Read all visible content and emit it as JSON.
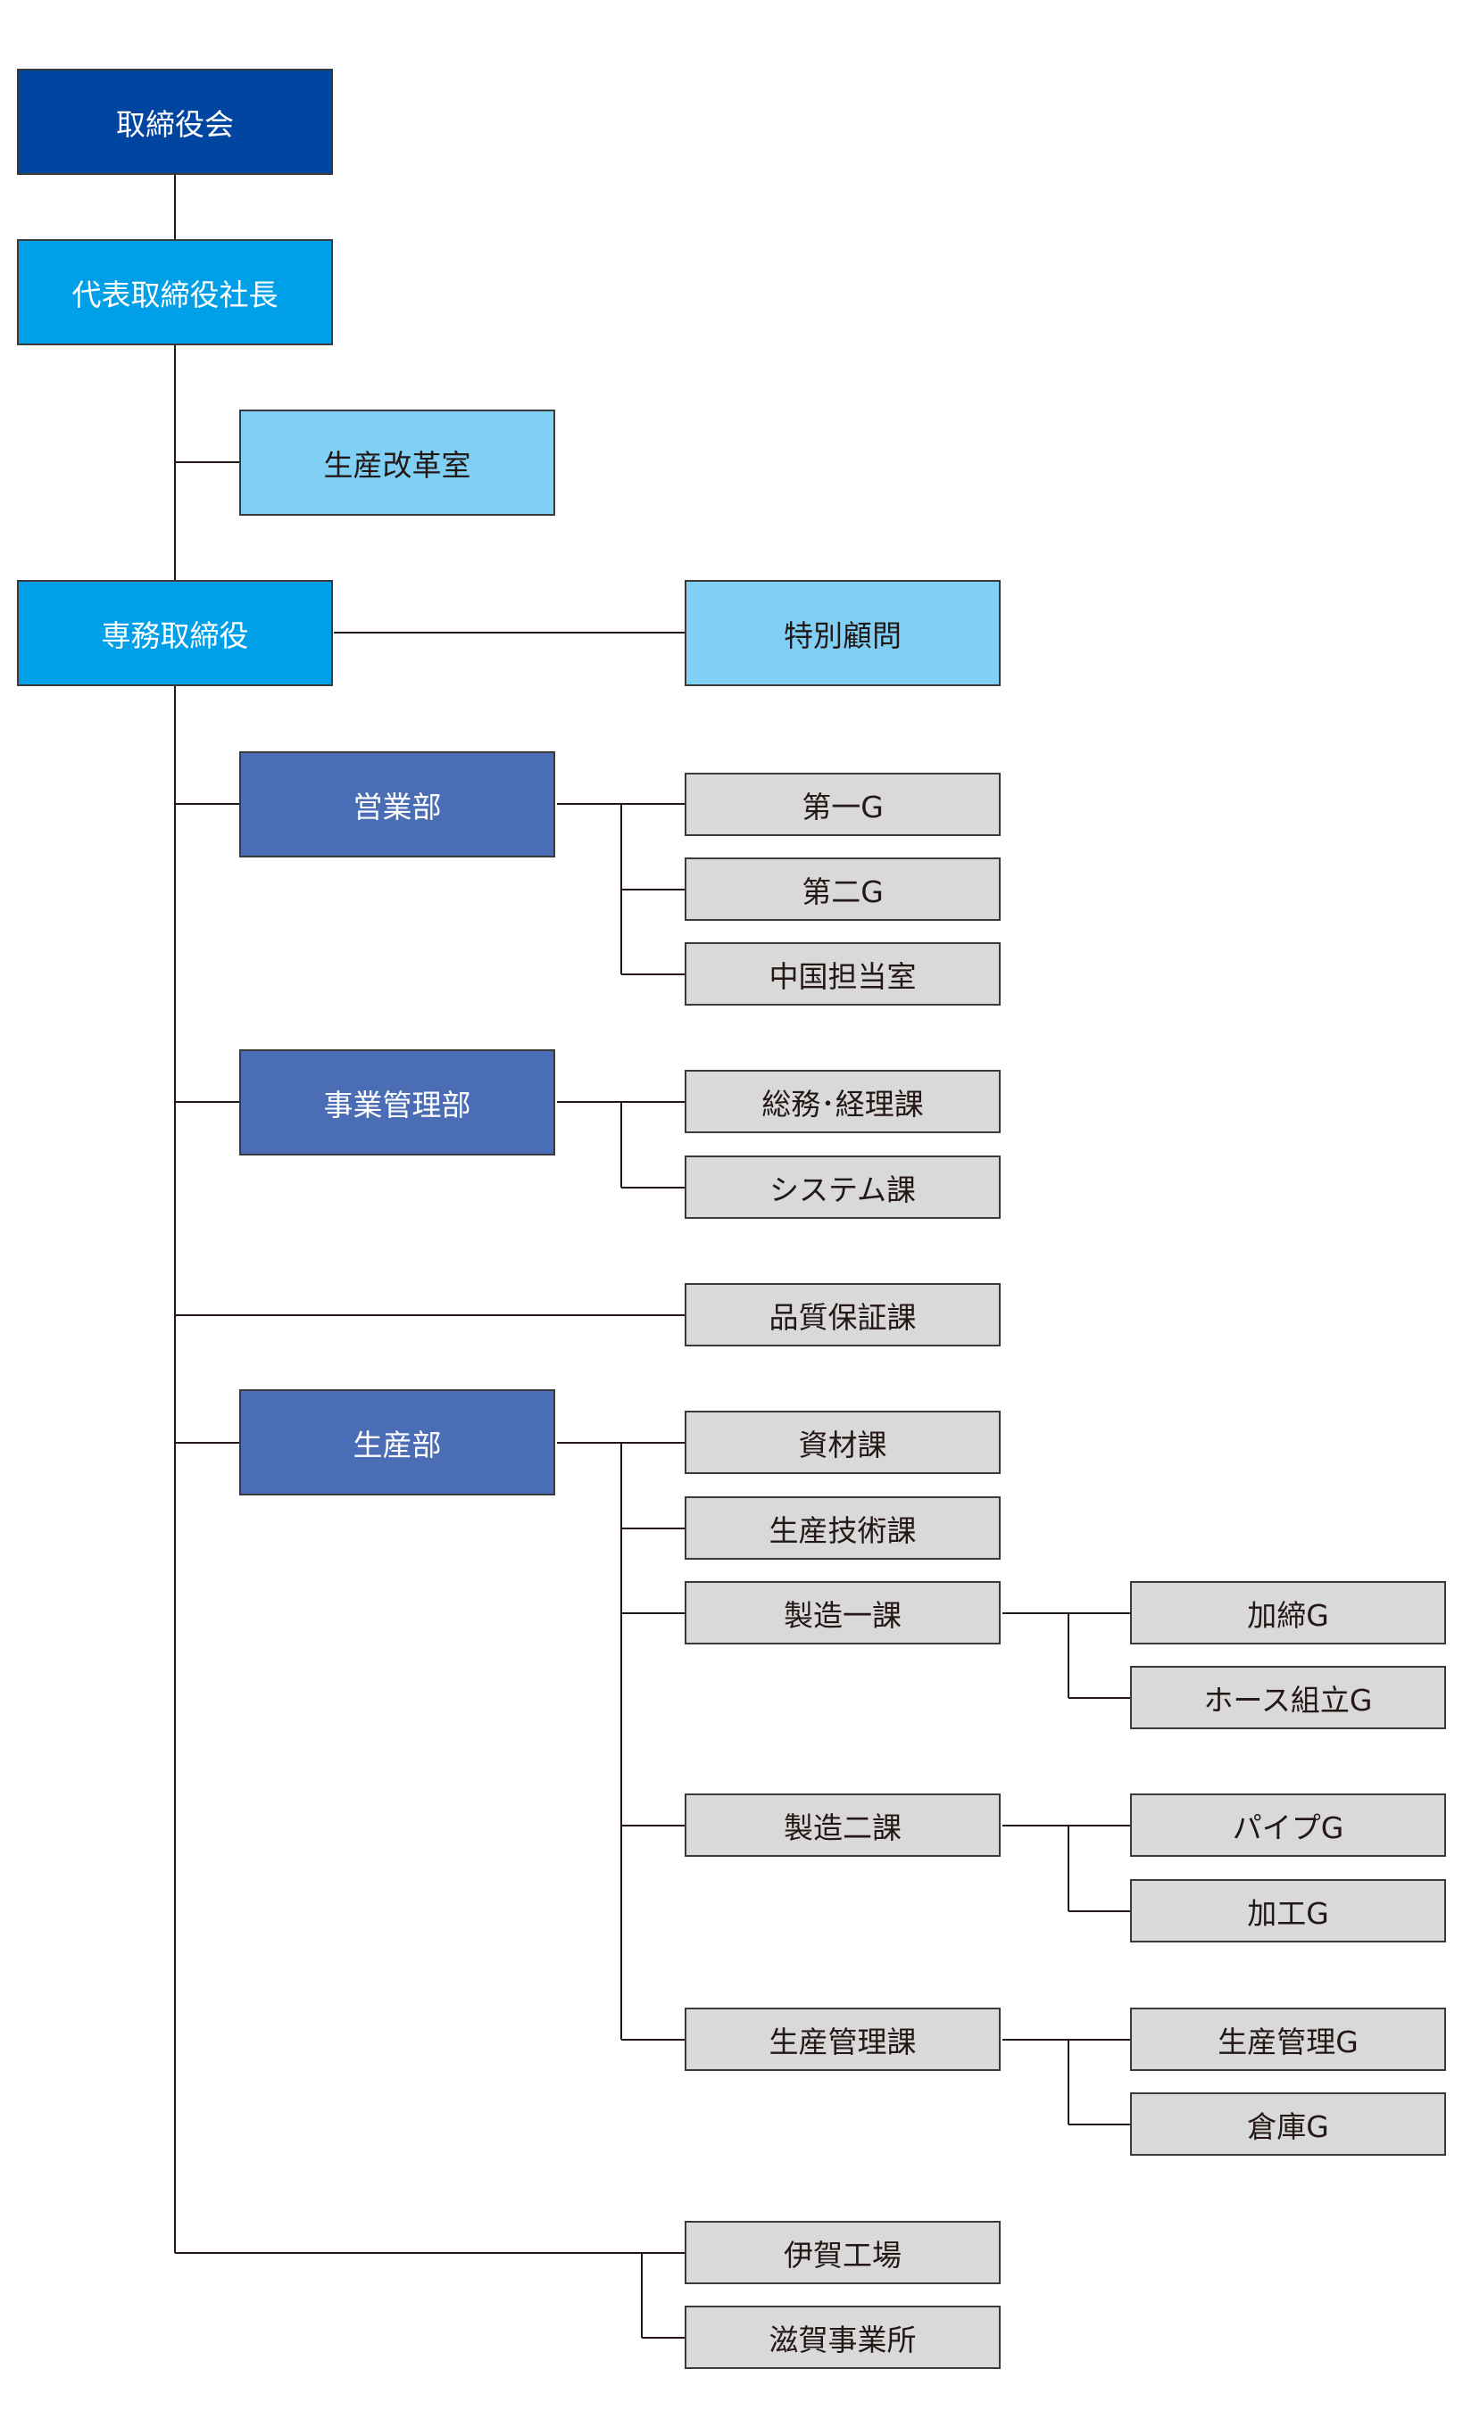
{
  "board": "取締役会",
  "president": "代表取締役社長",
  "production_reform_office": "生産改革室",
  "senior_director": "専務取締役",
  "special_advisor": "特別顧問",
  "sales_dept": {
    "label": "営業部",
    "units": [
      "第一G",
      "第二G",
      "中国担当室"
    ]
  },
  "admin_dept": {
    "label": "事業管理部",
    "units": [
      "総務･経理課",
      "システム課"
    ]
  },
  "quality_section": "品質保証課",
  "production_dept": {
    "label": "生産部",
    "sections": {
      "materials": "資材課",
      "engineering": "生産技術課",
      "manufacturing1": {
        "label": "製造一課",
        "groups": [
          "加締G",
          "ホース組立G"
        ]
      },
      "manufacturing2": {
        "label": "製造二課",
        "groups": [
          "パイプG",
          "加工G"
        ]
      },
      "production_control": {
        "label": "生産管理課",
        "groups": [
          "生産管理G",
          "倉庫G"
        ]
      }
    }
  },
  "sites": [
    "伊賀工場",
    "滋賀事業所"
  ]
}
